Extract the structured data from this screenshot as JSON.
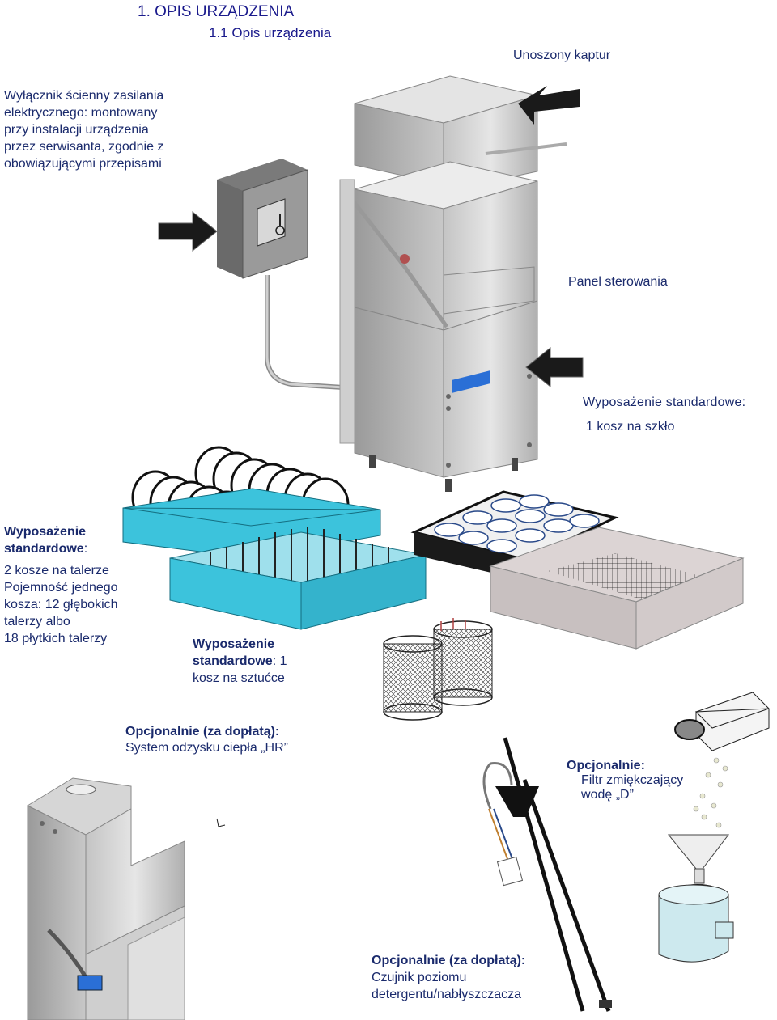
{
  "document": {
    "heading": "1. OPIS URZĄDZENIA",
    "subheading": "1.1 Opis urządzenia"
  },
  "labels": {
    "hood": "Unoszony kaptur",
    "wall_switch": {
      "lines": [
        "Wyłącznik ścienny zasilania",
        "elektrycznego: montowany",
        "przy instalacji urządzenia",
        "przez serwisanta, zgodnie z",
        "obowiązującymi przepisami"
      ]
    },
    "control_panel": "Panel sterowania",
    "glass_basket": {
      "title": "Wyposażenie standardowe:",
      "text": "1 kosz na szkło"
    },
    "plate_baskets": {
      "title_line1": "Wyposażenie",
      "title_line2": "standardowe",
      "title_suffix": ":",
      "lines": [
        "2 kosze na talerze",
        "Pojemność jednego",
        "kosza: 12 głębokich",
        "talerzy albo",
        "18 płytkich talerzy"
      ]
    },
    "cutlery_basket": {
      "title_line1": "Wyposażenie",
      "title_line2": "standardowe",
      "title_suffix": ": 1",
      "text": "kosz na sztućce"
    },
    "heat_recovery": {
      "title": "Opcjonalnie (za dopłatą):",
      "text": "System odzysku ciepła „HR”"
    },
    "water_softener": {
      "title": "Opcjonalnie:",
      "line1": "Filtr zmiękczający",
      "line2": "wodę „D”"
    },
    "level_sensor": {
      "title": "Opcjonalnie (za dopłatą):",
      "line1": "Czujnik poziomu",
      "line2": "detergentu/nabłyszczacza"
    }
  },
  "colors": {
    "heading": "#1a1a8c",
    "label_text": "#1a2a6c",
    "steel_light": "#d9d9d9",
    "steel_mid": "#b8b8b8",
    "steel_dark": "#8c8c8c",
    "basket_cyan": "#3cc3dc",
    "panel_blue": "#2a6fd6",
    "arrow_black": "#1a1a1a"
  },
  "icons": {
    "pointer_arrow": "black-arrow-icon"
  }
}
